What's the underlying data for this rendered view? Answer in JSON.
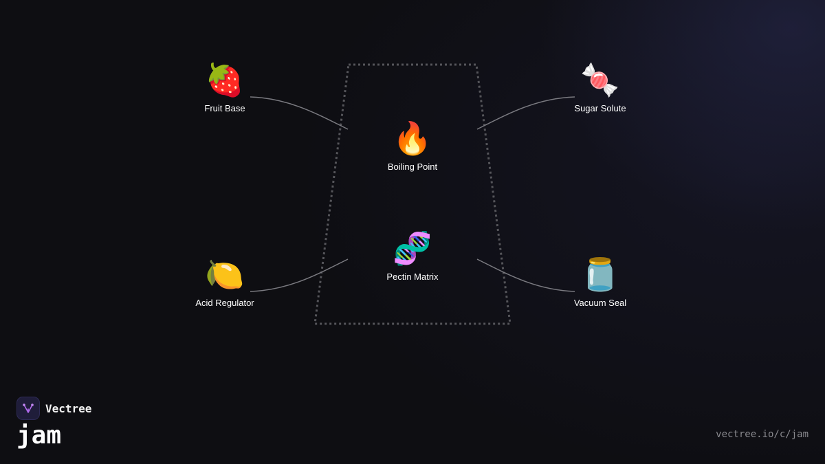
{
  "diagram": {
    "center_nodes": [
      {
        "id": "boiling-point",
        "emoji": "🔥",
        "label": "Boiling Point"
      },
      {
        "id": "pectin-matrix",
        "emoji": "🧬",
        "label": "Pectin Matrix"
      }
    ],
    "side_nodes": [
      {
        "id": "fruit-base",
        "emoji": "🍓",
        "label": "Fruit Base"
      },
      {
        "id": "sugar-solute",
        "emoji": "🍬",
        "label": "Sugar Solute"
      },
      {
        "id": "acid-regulator",
        "emoji": "🍋",
        "label": "Acid Regulator"
      },
      {
        "id": "vacuum-seal",
        "emoji": "🫙",
        "label": "Vacuum Seal"
      }
    ]
  },
  "brand": {
    "name": "Vectree",
    "title": "jam",
    "logo_color": "#b36bf0"
  },
  "footer": {
    "url": "vectree.io/c/jam"
  }
}
